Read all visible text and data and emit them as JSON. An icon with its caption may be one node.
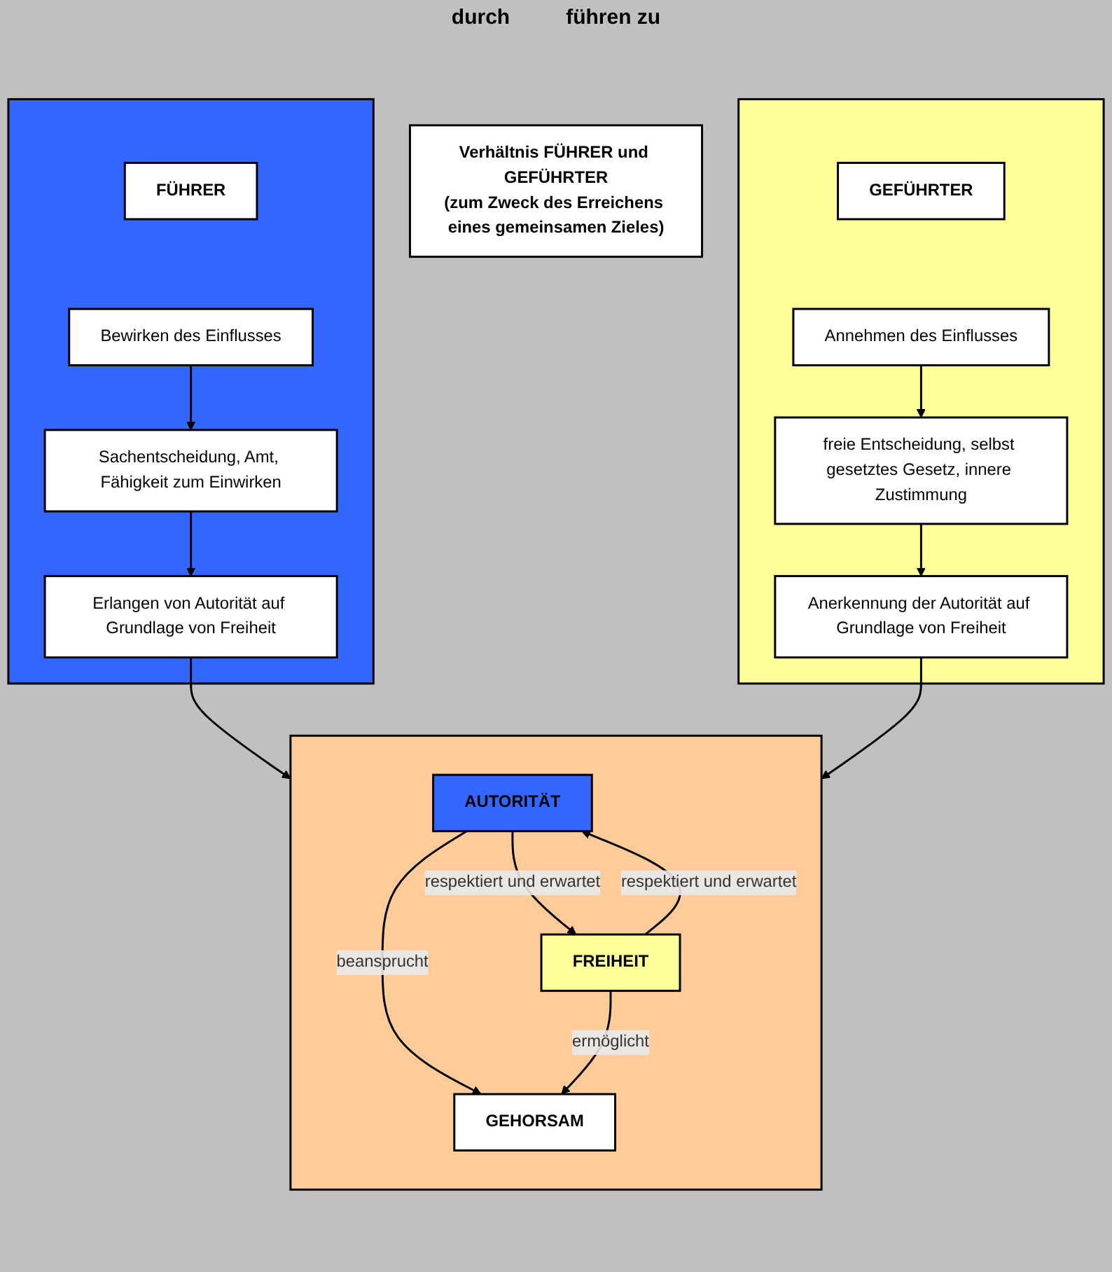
{
  "diagram": {
    "nodes": [
      {
        "text": [
          "Verhältnis FÜHRER und GEFÜHRTER",
          "(zum Zweck des Erreichens eines gemeinsamen Zieles)"
        ]
      },
      {
        "text": [],
        "shape": "box"
      },
      {
        "text": [
          "FÜHRER"
        ],
        "in": 1
      },
      {
        "text": [
          "Bewirken des Einflusses"
        ],
        "in": 1
      },
      {
        "text": [
          "Sachentscheidung, Amt, Fähigkeit zum Einwirken"
        ],
        "in": 1
      },
      {
        "text": [
          "Erlangen von Autorität auf Grundlage von Freiheit"
        ],
        "in": 1
      },
      {
        "text": [],
        "shape": "box"
      },
      {
        "text": [
          "GEFÜHRTER"
        ],
        "in": 6
      },
      {
        "text": [
          "Annehmen des Einflusses"
        ],
        "in": 6
      },
      {
        "text": [
          "freie Entscheidung, selbst gesetztes Gesetz, innere Zustimmung"
        ],
        "in": 6
      },
      {
        "text": [
          "Anerkennung der Autorität auf Grundlage von Freiheit"
        ],
        "in": 6
      },
      {
        "text": [],
        "shape": "box"
      },
      {
        "text": [
          "AUTORITÄT"
        ],
        "in": 11
      },
      {
        "text": [
          "FREIHEIT"
        ],
        "in": 11
      },
      {
        "text": [
          "GEHORSAM"
        ],
        "in": 11
      }
    ],
    "edges": [
      {
        "from": 3,
        "to": 4,
        "arrow": "to"
      },
      {
        "from": 4,
        "to": 5,
        "arrow": "to"
      },
      {
        "from": 5,
        "to": 11,
        "arrow": "to"
      },
      {
        "from": 8,
        "to": 9,
        "arrow": "to"
      },
      {
        "from": 9,
        "to": 10,
        "arrow": "to"
      },
      {
        "from": 10,
        "to": 11,
        "arrow": "to"
      },
      {
        "from": 12,
        "to": 13,
        "arrow": "to",
        "label": "respektiert und erwartet"
      },
      {
        "from": 13,
        "to": 12,
        "arrow": "to",
        "label": "respektiert und erwartet"
      },
      {
        "from": 12,
        "to": 14,
        "arrow": "to",
        "label": "beansprucht"
      },
      {
        "from": 13,
        "to": 14,
        "arrow": "to",
        "label": "ermöglicht"
      }
    ],
    "labels": [
      "durch",
      "führen zu"
    ]
  }
}
